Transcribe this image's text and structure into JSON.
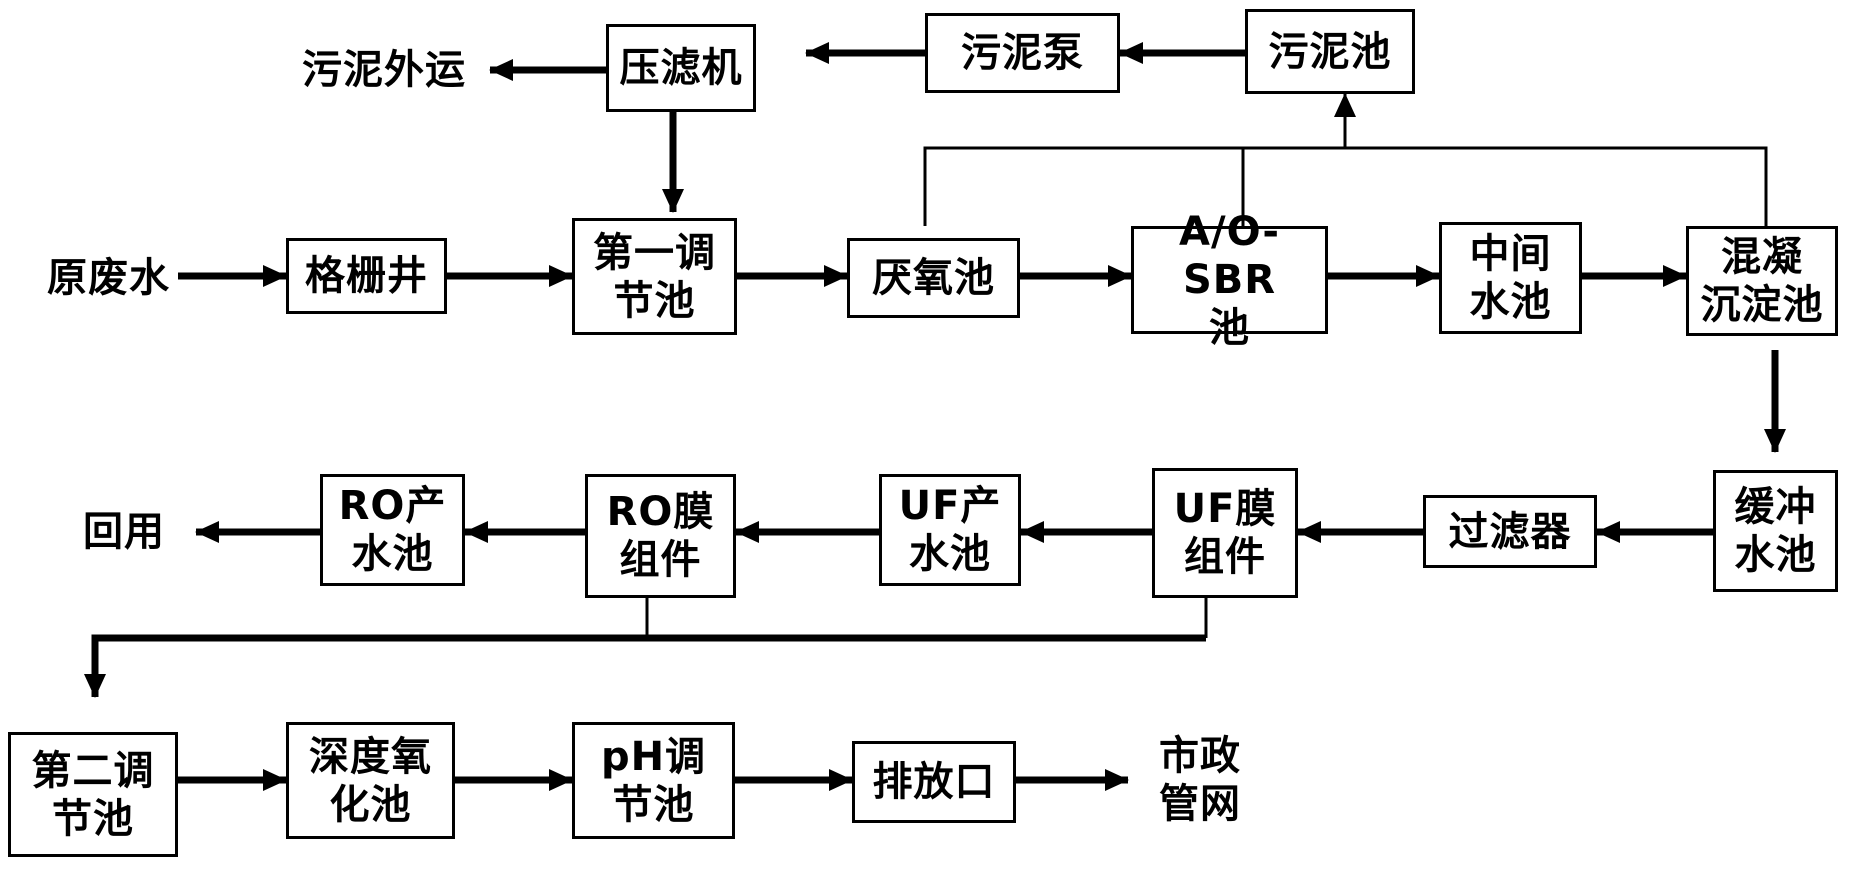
{
  "nodes": {
    "sludge_export": "污泥外运",
    "filter_press": "压滤机",
    "sludge_pump": "污泥泵",
    "sludge_tank": "污泥池",
    "raw_wastewater": "原废水",
    "grille_well": "格栅井",
    "first_regulating_tank": "第一调\n节池",
    "anaerobic_tank": "厌氧池",
    "ao_sbr_tank": "A/O-SBR\n池",
    "intermediate_tank": "中间\n水池",
    "coagulation_tank": "混凝\n沉淀池",
    "buffer_tank": "缓冲\n水池",
    "filter": "过滤器",
    "uf_module": "UF膜\n组件",
    "uf_product_tank": "UF产\n水池",
    "ro_module": "RO膜\n组件",
    "ro_product_tank": "RO产\n水池",
    "reuse": "回用",
    "second_regulating_tank": "第二调\n节池",
    "deep_oxidation_tank": "深度氧\n化池",
    "ph_regulating_tank": "pH调\n节池",
    "discharge_outlet": "排放口",
    "municipal_pipe": "市政\n管网"
  }
}
